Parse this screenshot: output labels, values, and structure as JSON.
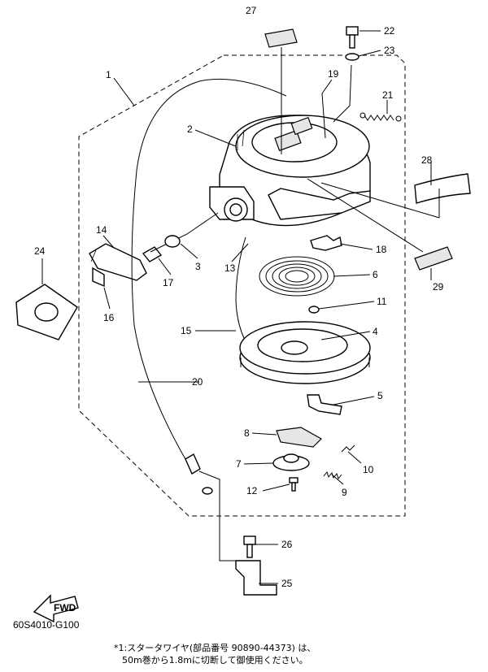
{
  "diagram": {
    "callouts": [
      {
        "id": "c1",
        "label": "1"
      },
      {
        "id": "c2",
        "label": "2"
      },
      {
        "id": "c3",
        "label": "3"
      },
      {
        "id": "c4",
        "label": "4"
      },
      {
        "id": "c5",
        "label": "5"
      },
      {
        "id": "c6",
        "label": "6"
      },
      {
        "id": "c7",
        "label": "7"
      },
      {
        "id": "c8",
        "label": "8"
      },
      {
        "id": "c9",
        "label": "9"
      },
      {
        "id": "c10",
        "label": "10"
      },
      {
        "id": "c11",
        "label": "11"
      },
      {
        "id": "c12",
        "label": "12"
      },
      {
        "id": "c13",
        "label": "13"
      },
      {
        "id": "c14",
        "label": "14"
      },
      {
        "id": "c15",
        "label": "15"
      },
      {
        "id": "c16",
        "label": "16"
      },
      {
        "id": "c17",
        "label": "17"
      },
      {
        "id": "c18",
        "label": "18"
      },
      {
        "id": "c19",
        "label": "19"
      },
      {
        "id": "c20",
        "label": "20"
      },
      {
        "id": "c21",
        "label": "21"
      },
      {
        "id": "c22",
        "label": "22"
      },
      {
        "id": "c23",
        "label": "23"
      },
      {
        "id": "c24",
        "label": "24"
      },
      {
        "id": "c25",
        "label": "25"
      },
      {
        "id": "c26",
        "label": "26"
      },
      {
        "id": "c27",
        "label": "27"
      },
      {
        "id": "c28",
        "label": "28"
      },
      {
        "id": "c29",
        "label": "29"
      }
    ],
    "fwd_label": "FWD",
    "drawing_code": "60S4010-G100",
    "note_line1": "*1:スタータワイヤ(部品番号 90890-44373) は、",
    "note_line2": "50m巻から1.8mに切断して御使用ください。"
  }
}
